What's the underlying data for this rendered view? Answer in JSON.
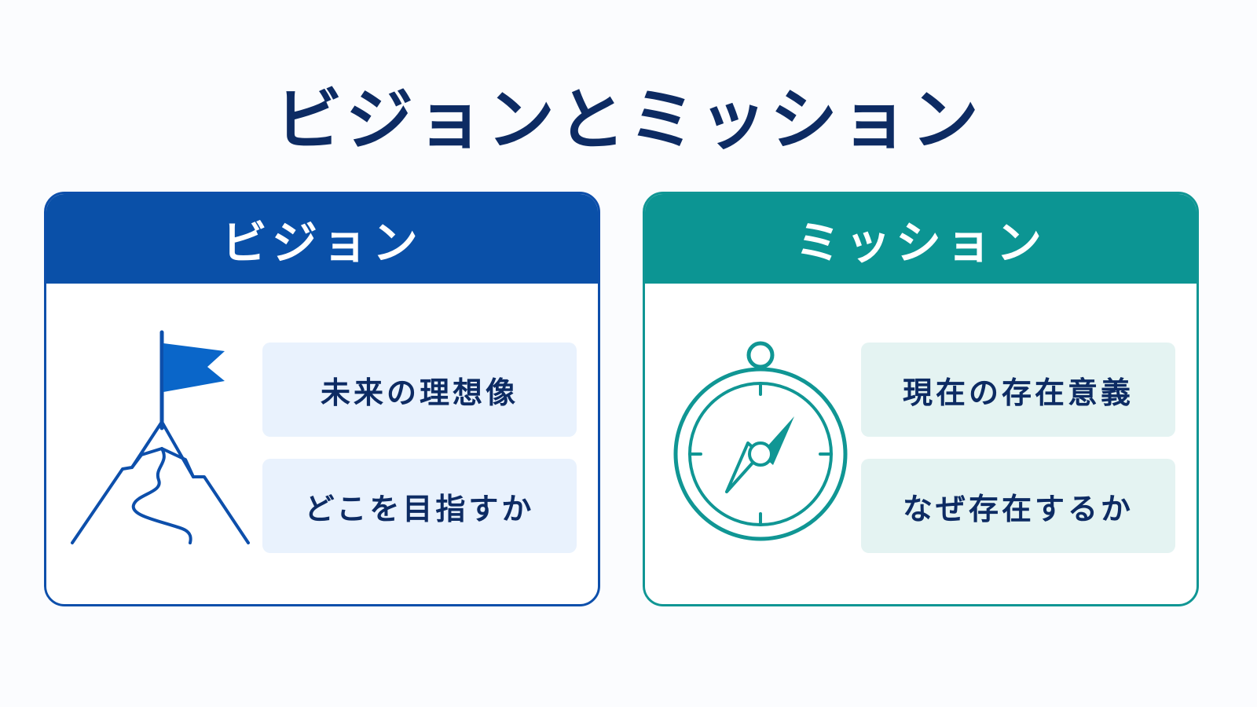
{
  "title": "ビジョンとミッション",
  "vision": {
    "heading": "ビジョン",
    "items": [
      "未来の理想像",
      "どこを目指すか"
    ],
    "icon": "mountain-flag-icon",
    "color": "#0a50a8"
  },
  "mission": {
    "heading": "ミッション",
    "items": [
      "現在の存在意義",
      "なぜ存在するか"
    ],
    "icon": "compass-icon",
    "color": "#0c9593"
  }
}
